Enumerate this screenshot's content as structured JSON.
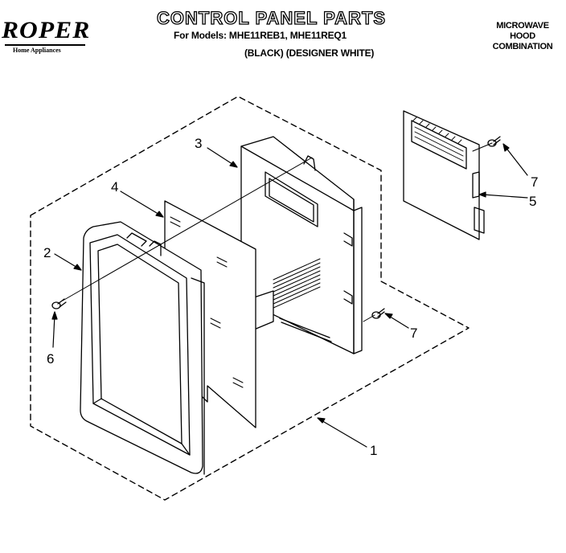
{
  "header": {
    "brand": "ROPER",
    "brand_sub": "Home Appliances",
    "title": "CONTROL PANEL PARTS",
    "models_line": "For Models: MHE11REB1, MHE11REQ1",
    "finishes_line": "(BLACK)   (DESIGNER WHITE)",
    "category": [
      "MICROWAVE",
      "HOOD",
      "COMBINATION"
    ]
  },
  "callouts": {
    "c1": "1",
    "c2": "2",
    "c3": "3",
    "c4": "4",
    "c5": "5",
    "c6": "6",
    "c7a": "7",
    "c7b": "7"
  }
}
